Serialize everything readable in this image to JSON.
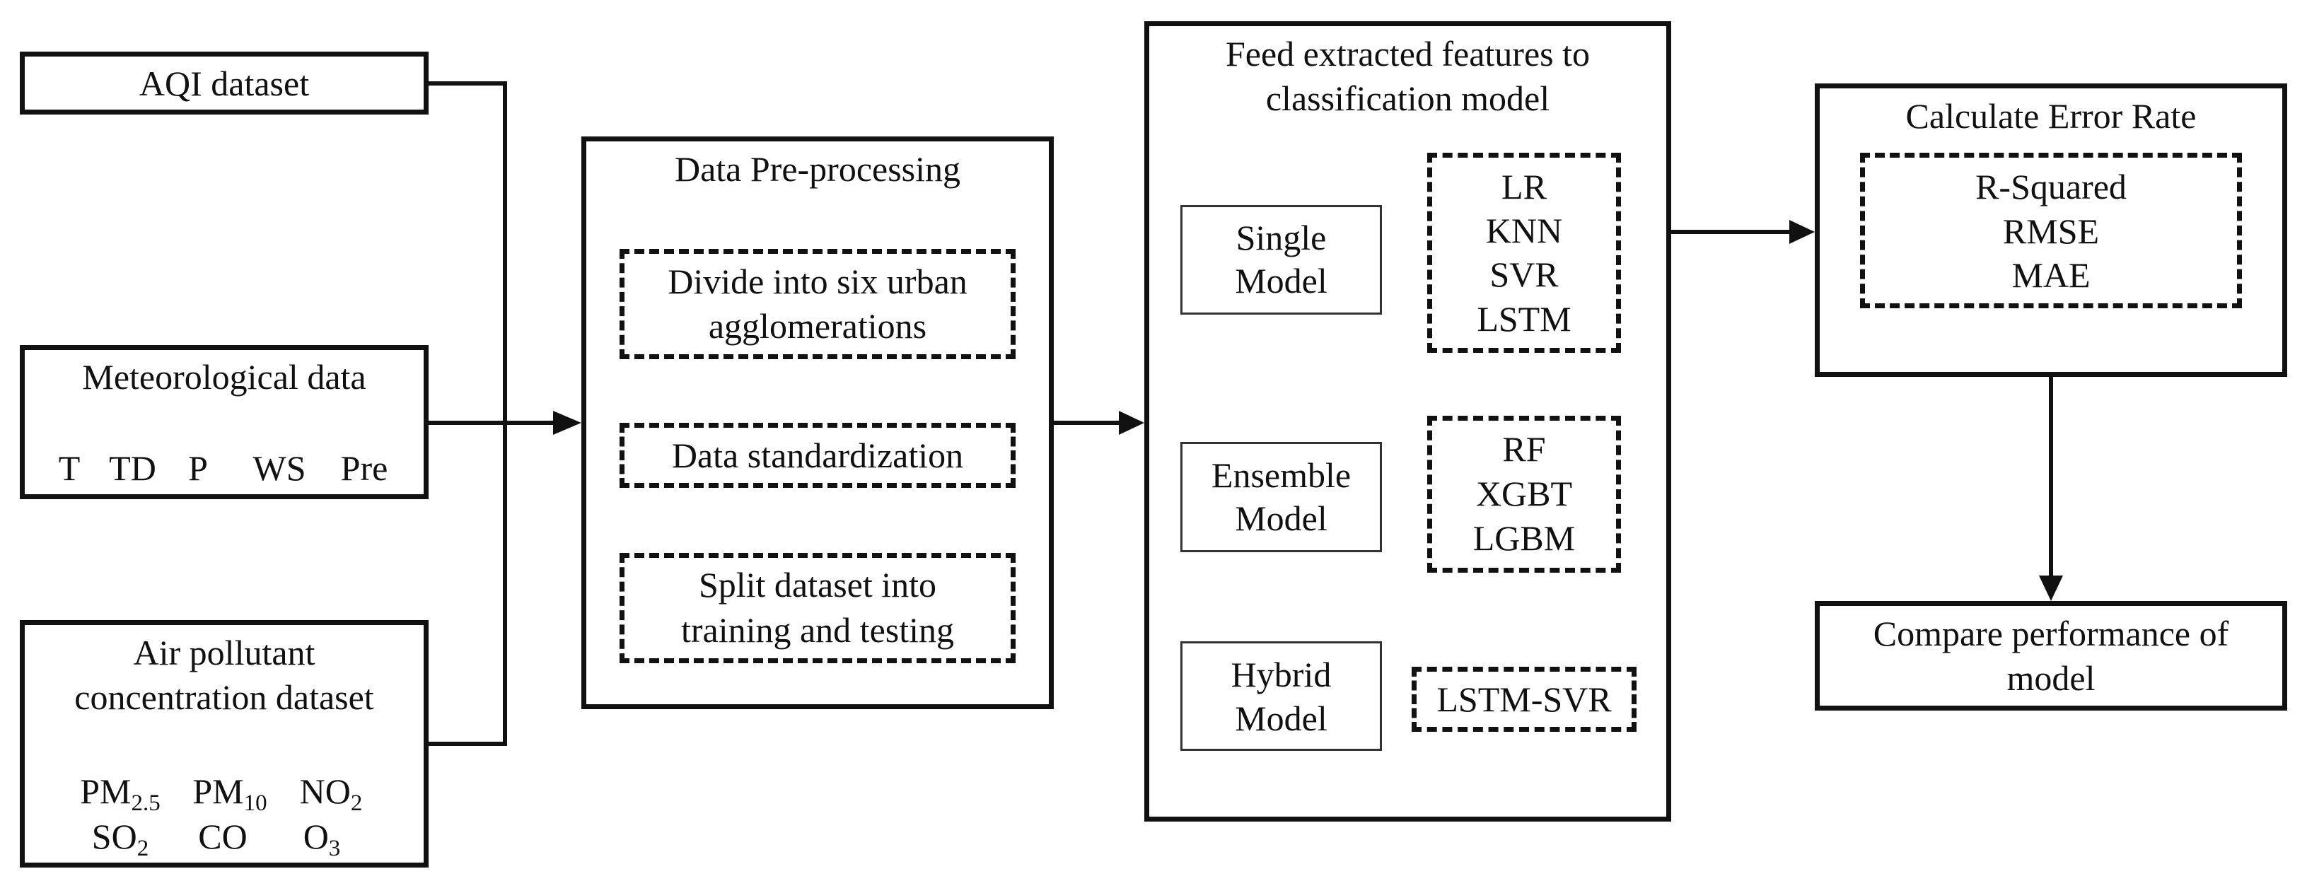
{
  "inputs": {
    "aqi": "AQI dataset",
    "meteo": {
      "title": "Meteorological data",
      "vars": [
        "T",
        "TD",
        "P",
        "WS",
        "Pre"
      ]
    },
    "pollutant": {
      "title_line1": "Air pollutant",
      "title_line2": "concentration dataset",
      "pm25": "PM",
      "pm25_sub": "2.5",
      "pm10": "PM",
      "pm10_sub": "10",
      "no2": "NO",
      "no2_sub": "2",
      "so2": "SO",
      "so2_sub": "2",
      "co": "CO",
      "o3": "O",
      "o3_sub": "3"
    }
  },
  "preprocessing": {
    "title": "Data Pre-processing",
    "step1_line1": "Divide into six urban",
    "step1_line2": "agglomerations",
    "step2": "Data standardization",
    "step3_line1": "Split dataset into",
    "step3_line2": "training and testing"
  },
  "models": {
    "title_line1": "Feed extracted features to",
    "title_line2": "classification model",
    "single": {
      "label_line1": "Single",
      "label_line2": "Model",
      "items": [
        "LR",
        "KNN",
        "SVR",
        "LSTM"
      ]
    },
    "ensemble": {
      "label_line1": "Ensemble",
      "label_line2": "Model",
      "items": [
        "RF",
        "XGBT",
        "LGBM"
      ]
    },
    "hybrid": {
      "label_line1": "Hybrid",
      "label_line2": "Model",
      "items": [
        "LSTM-SVR"
      ]
    }
  },
  "error": {
    "title": "Calculate Error Rate",
    "metrics": [
      "R-Squared",
      "RMSE",
      "MAE"
    ]
  },
  "compare": {
    "line1": "Compare performance of",
    "line2": "model"
  }
}
